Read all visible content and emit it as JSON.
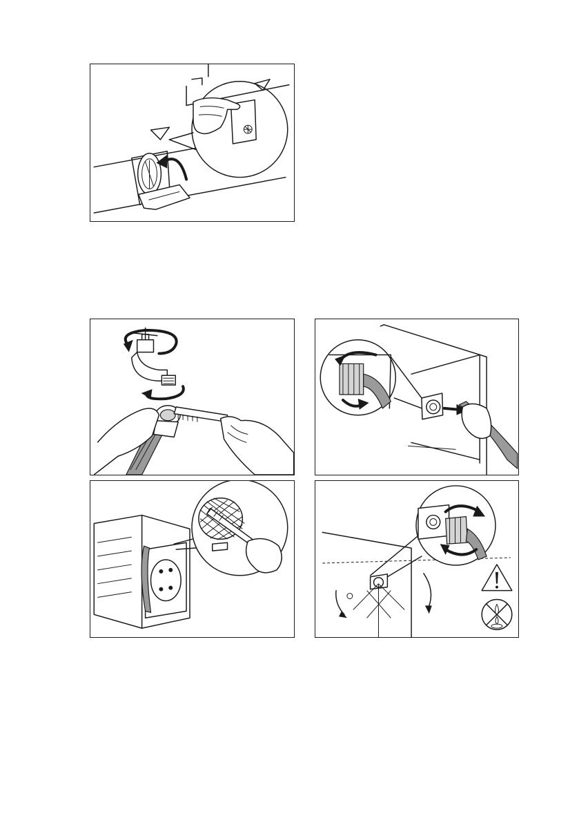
{
  "figures": [
    {
      "id": "filter-access",
      "icons": [
        "triangle-marker-icon",
        "rotate-arrow-icon",
        "hand-icon"
      ]
    },
    {
      "id": "tap-thread-clean",
      "icons": [
        "rotate-arrow-icon",
        "brush-icon",
        "hand-icon"
      ]
    },
    {
      "id": "hose-unscrew",
      "icons": [
        "rotate-arrow-icon",
        "hose-icon",
        "hand-icon"
      ]
    },
    {
      "id": "valve-filter-clean",
      "icons": [
        "washing-machine-icon",
        "filter-mesh-icon",
        "brush-icon"
      ]
    },
    {
      "id": "hose-angle-connect",
      "icons": [
        "rotate-arrow-icon",
        "warning-icon",
        "no-leak-icon"
      ]
    }
  ]
}
